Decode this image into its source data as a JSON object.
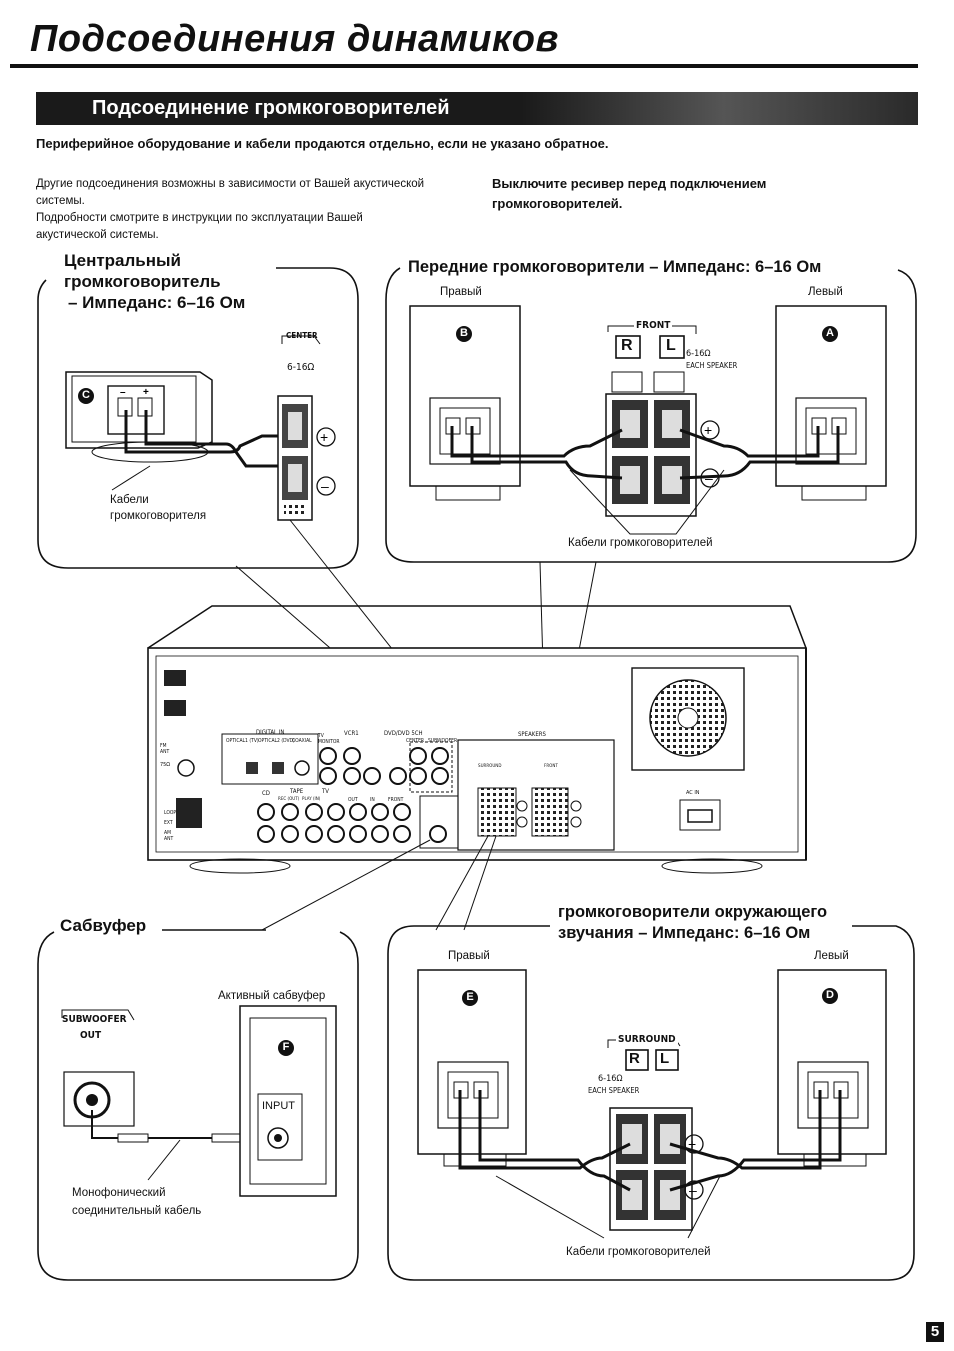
{
  "page": {
    "title": "Подсоединения динамиков",
    "section_title": "Подсоединение громкоговорителей",
    "note_bold": "Периферийное оборудование и кабели продаются отдельно, если не указано обратное.",
    "para_left": [
      "Другие подсоединения возможны в зависимости от Вашей акустической системы.",
      "Подробности смотрите в инструкции по эксплуатации Вашей акустической системы."
    ],
    "para_right": "Выключите ресивер перед подключением громкоговорителей.",
    "page_number": "5"
  },
  "center_panel": {
    "heading_lines": [
      "Центральный",
      "громкоговоритель",
      "– Импеданс: 6–16 Ом"
    ],
    "terminal_label": "CENTER",
    "impedance": "6-16Ω",
    "speaker_letter": "C",
    "cable_label_lines": [
      "Кабели",
      "громкоговорителя"
    ]
  },
  "front_panel": {
    "heading": "Передние громкоговорители – Импеданс: 6–16 Ом",
    "right_label": "Правый",
    "left_label": "Левый",
    "terminal_label": "FRONT",
    "impedance": "6-16Ω",
    "each_speaker": "EACH SPEAKER",
    "right_letter": "B",
    "left_letter": "A",
    "r_mark": "R",
    "l_mark": "L",
    "cable_label": "Кабели громкоговорителей"
  },
  "receiver": {
    "labels": [
      "DIGITAL IN",
      "OPTICAL1 (TV)",
      "OPTICAL2 (DVD)",
      "COAXIAL",
      "TV MONITOR",
      "VCR1",
      "DVD/DVD 5CH",
      "CENTER",
      "SUBWOOFER",
      "CD",
      "TAPE",
      "REC (OUT)",
      "PLAY (IN)",
      "TV",
      "OUT",
      "IN",
      "FRONT",
      "SPEAKERS",
      "SURROUND",
      "FRONT",
      "AC IN",
      "FM ANT",
      "75Ω",
      "LOOP",
      "EXT",
      "AM ANT"
    ]
  },
  "subwoofer_panel": {
    "heading": "Сабвуфер",
    "active_label": "Активный сабвуфер",
    "terminal_label_1": "SUBWOOFER",
    "terminal_label_2": "OUT",
    "input_label": "INPUT",
    "letter": "F",
    "cable_label_lines": [
      "Монофонический",
      "соединительный кабель"
    ]
  },
  "surround_panel": {
    "heading_lines": [
      "громкоговорители окружающего",
      "звучания – Импеданс: 6–16 Ом"
    ],
    "right_label": "Правый",
    "left_label": "Левый",
    "terminal_label": "SURROUND",
    "impedance": "6-16Ω",
    "each_speaker": "EACH SPEAKER",
    "right_letter": "E",
    "left_letter": "D",
    "r_mark": "R",
    "l_mark": "L",
    "cable_label": "Кабели громкоговорителей"
  }
}
